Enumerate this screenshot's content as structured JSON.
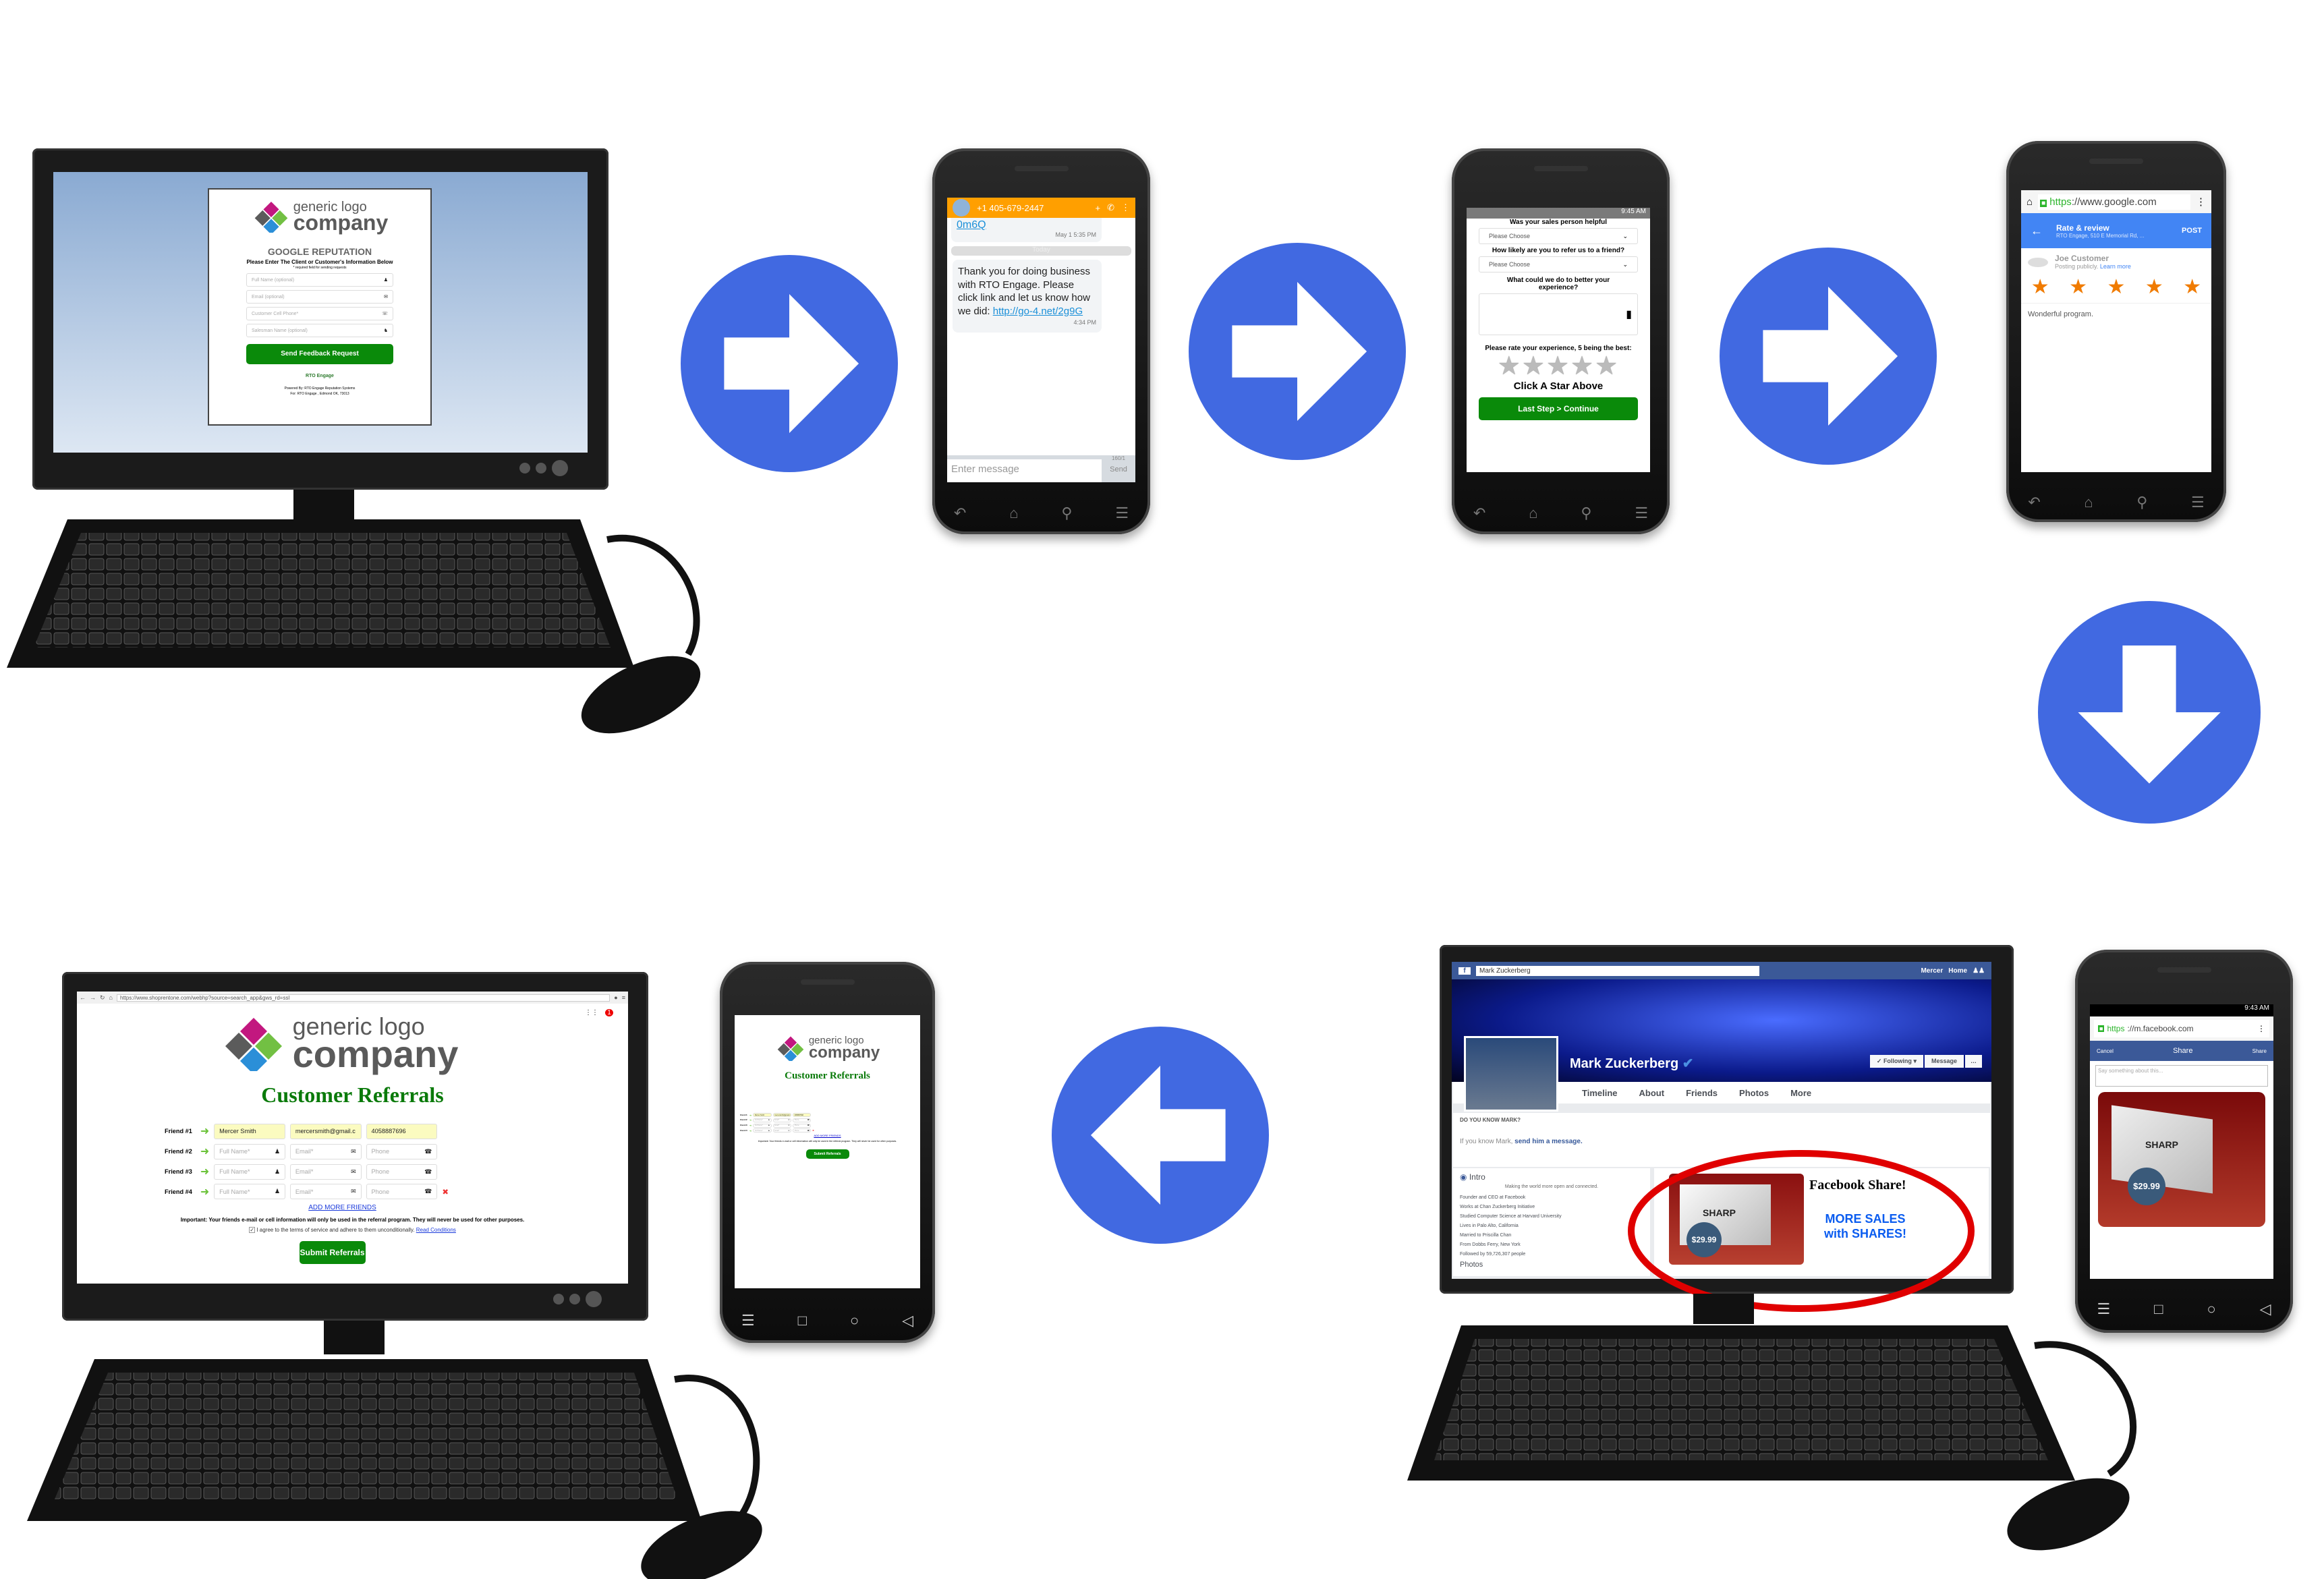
{
  "colors": {
    "arrow": "#4169e1",
    "green": "#0a8a0a",
    "orange": "#ff9f00",
    "fb_blue": "#3b5998",
    "google_blue": "#4285f4",
    "star_orange": "#f07b00",
    "red_circle": "#e00000"
  },
  "logo": {
    "line1": "generic logo",
    "line2": "company"
  },
  "step1": {
    "title": "GOOGLE REPUTATION",
    "subtitle": "Please Enter The Client or Customer's Information Below",
    "note": "* required field for sending requests",
    "fields": [
      {
        "placeholder": "Full Name (optional)",
        "icon": "user-icon"
      },
      {
        "placeholder": "Email (optional)",
        "icon": "envelope-icon"
      },
      {
        "placeholder": "Customer Cell Phone*",
        "icon": "phone-icon"
      },
      {
        "placeholder": "Salesman Name (optional)",
        "icon": "salesman-icon"
      }
    ],
    "button": "Send Feedback Request",
    "badge": "RTO Engage",
    "powered": "Powered By: RTO Engage Reputation Systems",
    "for": "For: RTO Engage , Edmond OK, 73013"
  },
  "step2": {
    "contact": "+1 405-679-2447",
    "prev_link": "0m6Q",
    "prev_time": "May 1 5:35 PM",
    "divider": "Today",
    "message": "Thank you for doing business with RTO Engage. Please click link and let us know how we did: ",
    "link": "http://go-4.net/2g9G",
    "time": "4:34 PM",
    "input_placeholder": "Enter message",
    "counter": "160/1",
    "send": "Send"
  },
  "step3": {
    "status_time": "9:45 AM",
    "q1": "Was your sales person helpful",
    "q1_value": "Please Choose",
    "q2": "How likely are you to refer us to a friend?",
    "q2_value": "Please Choose",
    "q3": "What could we do to better your experience?",
    "q4": "Please rate your experience, 5 being the best:",
    "rating": 0,
    "click_hint": "Click A Star Above",
    "button": "Last Step > Continue"
  },
  "step4": {
    "url_scheme": "https",
    "url_rest": "://www.google.com",
    "header_title": "Rate & review",
    "header_sub": "RTO Engage, 510 E Memorial Rd, ...",
    "post": "POST",
    "user": "Joe Customer",
    "posting": "Posting publicly.",
    "learn_more": "Learn more",
    "rating": 5,
    "review": "Wonderful program."
  },
  "step5": {
    "url_scheme": "https",
    "url_rest": "://m.facebook.com",
    "status_time": "9:43 AM",
    "cancel": "Cancel",
    "title": "Share",
    "share": "Share",
    "placeholder": "Say something about this...",
    "ad_brand": "SHARP",
    "ad_price": "$29.99"
  },
  "step6": {
    "search": "Mark Zuckerberg",
    "nav_user": "Mercer",
    "nav_home": "Home",
    "name": "Mark Zuckerberg",
    "following": "Following",
    "message": "Message",
    "tabs": [
      "Timeline",
      "About",
      "Friends",
      "Photos",
      "More"
    ],
    "know_title": "DO YOU KNOW MARK?",
    "know_text": "If you know Mark, ",
    "know_link": "send him a message.",
    "intro": "Intro",
    "intro_text": "Making the world more open and connected.",
    "intro_items": [
      "Founder and CEO at Facebook",
      "Works at Chan Zuckerberg Initiative",
      "Studied Computer Science at Harvard University",
      "Lives in Palo Alto, California",
      "Married to Priscilla Chan",
      "From Dobbs Ferry, New York",
      "Followed by 59,726,307 people"
    ],
    "photos": "Photos",
    "share_title": "Facebook Share!",
    "share_line1": "MORE SALES",
    "share_line2": "with SHARES!",
    "ad_brand": "SHARP",
    "ad_price": "$29.99"
  },
  "step7": {
    "url": "https://www.shoprentone.com/webhp?source=search_app&gws_rd=ssl",
    "title": "Customer Referrals",
    "friends": [
      {
        "label": "Friend #1",
        "name": "Mercer Smith",
        "email": "mercersmith@gmail.c",
        "phone": "4058887696"
      },
      {
        "label": "Friend #2",
        "name": "",
        "email": "",
        "phone": ""
      },
      {
        "label": "Friend #3",
        "name": "",
        "email": "",
        "phone": ""
      },
      {
        "label": "Friend #4",
        "name": "",
        "email": "",
        "phone": ""
      }
    ],
    "ph_name": "Full Name*",
    "ph_email": "Email*",
    "ph_phone": "Phone",
    "add_more": "ADD MORE FRIENDS",
    "important": "Important: Your friends e-mail or cell information will only be used in the referral program. They will never be used for other purposes.",
    "agree": "I agree to the terms of service and adhere to them unconditionally.",
    "read": "Read Conditions",
    "submit": "Submit Referrals",
    "notif_count": "1"
  }
}
